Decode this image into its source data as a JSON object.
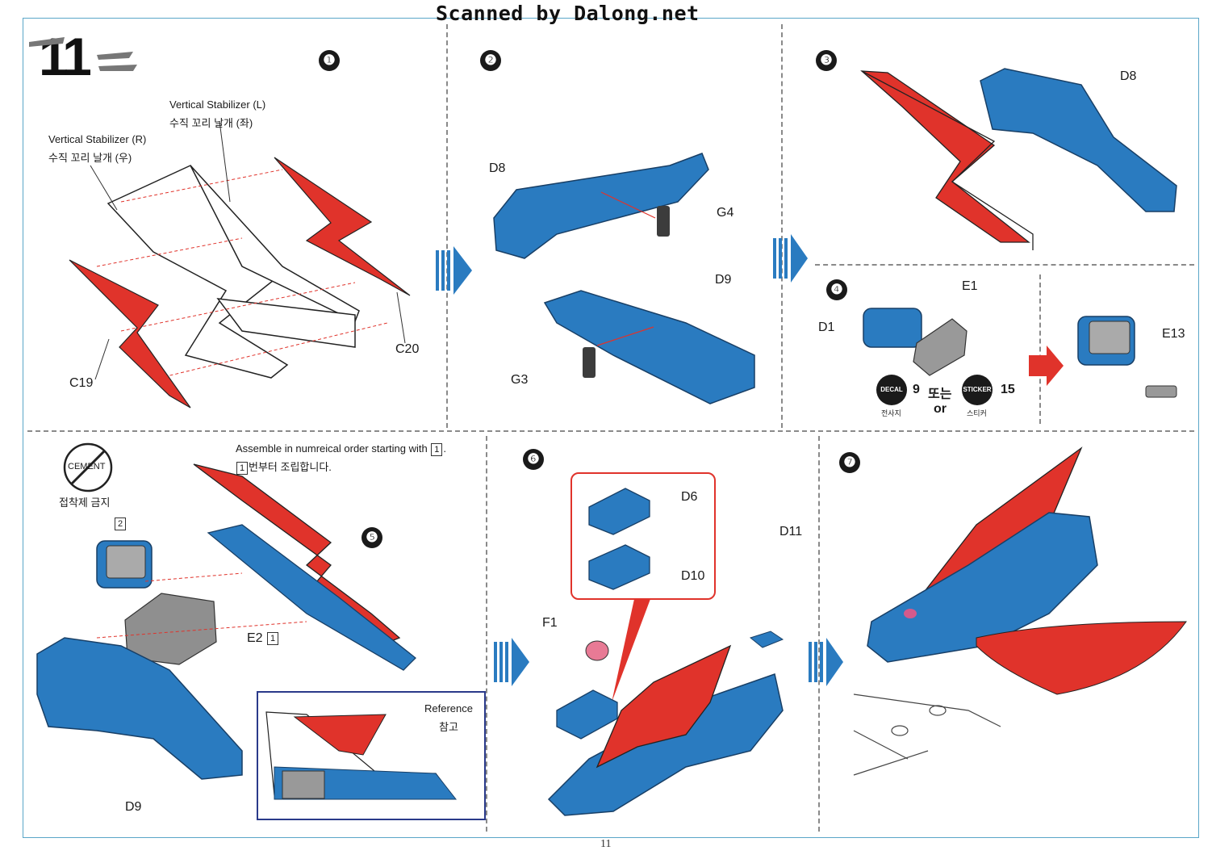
{
  "watermark": "Scanned by Dalong.net",
  "step_number": "11",
  "page_number": "11",
  "steps": {
    "s1": "❶",
    "s2": "❷",
    "s3": "❸",
    "s4": "❹",
    "s5": "❺",
    "s6": "❻",
    "s7": "❼"
  },
  "panel1": {
    "vs_l_en": "Vertical Stabilizer (L)",
    "vs_l_ko": "수직 꼬리 날개 (좌)",
    "vs_r_en": "Vertical Stabilizer (R)",
    "vs_r_ko": "수직 꼬리 날개 (우)",
    "c19": "C19",
    "c20": "C20"
  },
  "panel2": {
    "d8": "D8",
    "g4": "G4",
    "d9": "D9",
    "g3": "G3"
  },
  "panel3": {
    "d8": "D8"
  },
  "panel4": {
    "d1": "D1",
    "e1": "E1",
    "e13": "E13",
    "decal": "DECAL",
    "decal_ko": "전사지",
    "decal_num": "9",
    "or_ko": "또는",
    "or_en": "or",
    "sticker": "STICKER",
    "sticker_ko": "스티커",
    "sticker_num": "15"
  },
  "panel5": {
    "cement": "CEMENT",
    "no_cement_ko": "접착제 금지",
    "box2": "2",
    "instr_en_a": "Assemble in numreical order starting with",
    "instr_en_box": "1",
    "instr_en_end": ".",
    "instr_ko_box": "1",
    "instr_ko": "번부터 조립합니다.",
    "e2": "E2",
    "e2_box": "1",
    "d9": "D9",
    "reference_en": "Reference",
    "reference_ko": "참고"
  },
  "panel6": {
    "d6": "D6",
    "d10": "D10",
    "d11": "D11",
    "f1": "F1"
  },
  "colors": {
    "blue": "#2a7bc0",
    "red": "#e0332b",
    "frame": "#5aa6c8",
    "dark": "#1a1a1a",
    "grey": "#9b9b9b"
  }
}
